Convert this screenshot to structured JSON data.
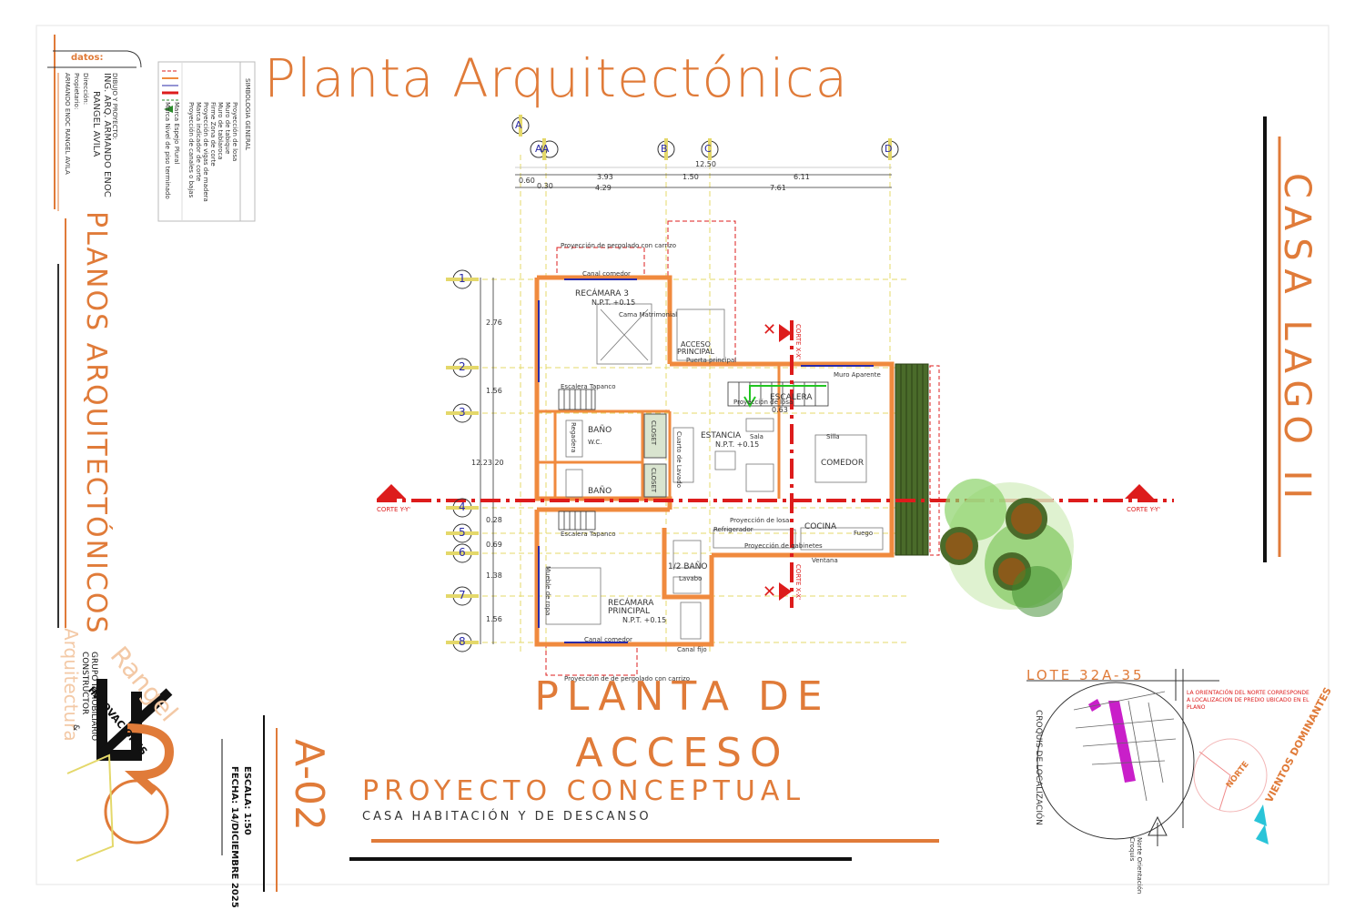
{
  "sheet": {
    "title": "Planta Arquitectónica",
    "project_name": "CASA LAGO II",
    "side_title": "PLANOS ARQUITECTÓNICOS",
    "drawing_title_line1": "PLANTA DE",
    "drawing_title_line2": "ACCESO",
    "phase": "PROYECTO CONCEPTUAL",
    "subtitle": "CASA HABITACIÓN Y DE DESCANSO",
    "sheet_number": "A-02",
    "scale": "ESCALA: 1:50",
    "date": "FECHA: 14/DICIEMBRE 2025",
    "colors": {
      "accent": "#e07b39",
      "cut_line": "#dd1c1c",
      "wall": "#f08a3e",
      "axis": "#2a2aa8"
    }
  },
  "datos_block": {
    "header": "datos:",
    "lines": [
      "DIBUJO Y PROYECTO:",
      "ING. ARQ. ARMANDO ENOC",
      "RANGEL AVILA",
      "Dirección:",
      "Propietario:",
      "ARMANDO ENOC RANGEL AVILA"
    ]
  },
  "simbologia": {
    "title": "SIMBOLOGIA GENERAL",
    "items": [
      "Proyección de losa",
      "Muro de tabique",
      "Muro de tablaroca",
      "Firme Zona de corte",
      "Proyección de vigas de madera",
      "Marca indicador de corte",
      "Proyección de canales o bajas",
      "Marca Espejo Plural",
      "Marca Nivel de piso terminado"
    ]
  },
  "axes": {
    "columns": [
      "A",
      "AA",
      "B",
      "C",
      "D"
    ],
    "rows": [
      "1",
      "2",
      "3",
      "4",
      "5",
      "6",
      "7",
      "8"
    ],
    "dims_top_row1": [
      "0.60",
      "3.93",
      "1.50",
      "6.11"
    ],
    "dims_top_total": "12.50",
    "dims_top_row2": [
      "0.30",
      "4.29",
      "7.61"
    ],
    "dims_left": [
      "2.76",
      "1.56",
      "0.28",
      "0.69",
      "1.38",
      "1.56"
    ],
    "dim_left_total": "12.23.20"
  },
  "rooms": {
    "recamara3": "RECÁMARA 3",
    "recamara_principal_1": "RECÁMARA",
    "recamara_principal_2": "PRINCIPAL",
    "npt": "N.P.T. +0.15",
    "npt_estancia": "N.P.T. +0.15",
    "acceso_1": "ACCESO",
    "acceso_2": "PRINCIPAL",
    "puerta": "Puerta principal",
    "estancia": "ESTANCIA",
    "escalera": "ESCALERA",
    "comedor": "COMEDOR",
    "cocina": "COCINA",
    "bano1": "BAÑO",
    "bano2": "BAÑO",
    "medio_bano": "1/2 BAÑO",
    "closet1": "CLOSET",
    "closet2": "CLOSET",
    "escalera_val": "0.63",
    "escalera_tapanco_1": "Escalera Tapanco",
    "escalera_tapanco_2": "Escalera Tapanco",
    "proy_pergolado_top": "Proyección de pergolado con carrizo",
    "proy_pergolado_bottom": "Proyección de de pergolado con carrizo",
    "canal1": "Canal comedor",
    "canal2": "Canal comedor",
    "canal3": "Canal fijo",
    "muro_aparente": "Muro Aparente",
    "proy_losa": "Proyección de losa",
    "proy_losa2": "Proyección de losa",
    "proy_estante": "Proyección de gabinetes",
    "refrigerador": "Refrigerador",
    "lavabo": "Lavabo",
    "ventana": "Ventana",
    "cuarto_lavado": "Cuarto de Lavado",
    "sala": "Sala",
    "silla": "Silla",
    "regadera": "Regadera",
    "cocineta": "Fuego",
    "wc": "W.C.",
    "cama": "Cama Matrimonial",
    "mueble_ropa": "Mueble de ropa"
  },
  "cuts": {
    "cut_horizontal": "CORTE Y-Y'",
    "cut_vertical": "CORTE X-X'"
  },
  "logo": {
    "word1": "INNOVACIONES",
    "word2": "Rangel",
    "word3": "Arquitectura",
    "tag1": "GRUPO INMOBILIARIO",
    "tag2": "CONSTRUCTOR",
    "tag3": "&"
  },
  "location": {
    "lote": "LOTE 32A-35",
    "croquis": "CROQUIS DE LOCALIZACIÓN",
    "note": "LA ORIENTACIÓN DEL NORTE CORRESPONDE A LOCALIZACION DE PREDIO UBICADO EN EL PLANO",
    "norte": "NORTE",
    "vientos": "VIENTOS DOMINANTES",
    "north_caption": "Norte Orientación Croquis"
  }
}
